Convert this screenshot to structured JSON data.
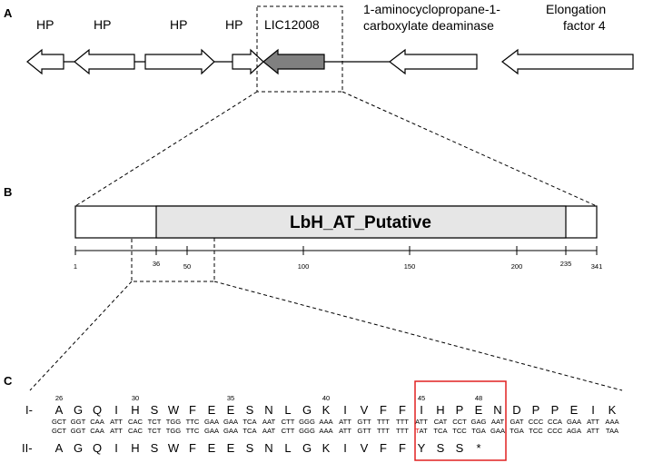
{
  "panels": {
    "a": "A",
    "b": "B",
    "c": "C"
  },
  "panelA": {
    "genes": [
      {
        "label": "HP",
        "dir": "left",
        "highlight": false
      },
      {
        "label": "HP",
        "dir": "left",
        "highlight": false
      },
      {
        "label": "HP",
        "dir": "right",
        "highlight": false
      },
      {
        "label": "HP",
        "dir": "right",
        "highlight": false
      },
      {
        "label": "LIC12008",
        "dir": "left",
        "highlight": true
      },
      {
        "label": "",
        "dir": "left",
        "highlight": false
      },
      {
        "label": "",
        "dir": "left",
        "highlight": false
      }
    ],
    "acc_label": [
      "1-aminocyclopropane-1-",
      "carboxylate deaminase"
    ],
    "ef_label": [
      "Elongation",
      "factor 4"
    ],
    "highlight_color": "#808080"
  },
  "panelB": {
    "domain_name": "LbH_AT_Putative",
    "domain_color": "#e6e6e6",
    "ticks": [
      "1",
      "36",
      "50",
      "100",
      "150",
      "200",
      "235",
      "341"
    ]
  },
  "panelC": {
    "row1_label": "I-",
    "row2_label": "II-",
    "numbers": [
      "26",
      "30",
      "35",
      "40",
      "45",
      "48"
    ],
    "aa1": [
      "A",
      "G",
      "Q",
      "I",
      "H",
      "S",
      "W",
      "F",
      "E",
      "E",
      "S",
      "N",
      "L",
      "G",
      "K",
      "I",
      "V",
      "F",
      "F",
      "I",
      "H",
      "P",
      "E",
      "N",
      "D",
      "P",
      "P",
      "E",
      "I",
      "K"
    ],
    "cod1": [
      "GCT",
      "GGT",
      "CAA",
      "ATT",
      "CAC",
      "TCT",
      "TGG",
      "TTC",
      "GAA",
      "GAA",
      "TCA",
      "AAT",
      "CTT",
      "GGG",
      "AAA",
      "ATT",
      "GTT",
      "TTT",
      "TTT",
      "ATT",
      "CAT",
      "CCT",
      "GAG",
      "AAT",
      "GAT",
      "CCC",
      "CCA",
      "GAA",
      "ATT",
      "AAA"
    ],
    "cod2": [
      "GCT",
      "GGT",
      "CAA",
      "ATT",
      "CAC",
      "TCT",
      "TGG",
      "TTC",
      "GAA",
      "GAA",
      "TCA",
      "AAT",
      "CTT",
      "GGG",
      "AAA",
      "ATT",
      "GTT",
      "TTT",
      "TTT",
      "TAT",
      "TCA",
      "TCC",
      "TGA",
      "GAA",
      "TGA",
      "TCC",
      "CCC",
      "AGA",
      "ATT",
      "TAA"
    ],
    "aa2": [
      "A",
      "G",
      "Q",
      "I",
      "H",
      "S",
      "W",
      "F",
      "E",
      "E",
      "S",
      "N",
      "L",
      "G",
      "K",
      "I",
      "V",
      "F",
      "F",
      "Y",
      "S",
      "S",
      "*"
    ],
    "mutation_color": "#e02020",
    "box_color": "#e02020"
  }
}
